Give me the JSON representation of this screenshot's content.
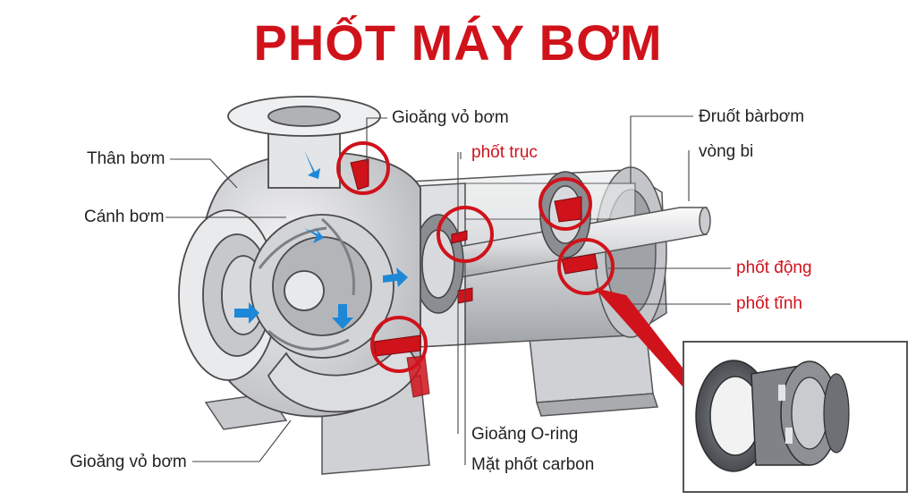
{
  "title": "PHỐT MÁY BƠM",
  "labels": {
    "than_bom": "Thân bơm",
    "canh_bom": "Cánh bơm",
    "gioang_vo_bom_bottom": "Gioăng vỏ bơm",
    "gioang_vo_bom_top": "Gioăng vỏ bơm",
    "phot_truc": "phốt trục",
    "druot_bar_bom": "Đruốt bàrbơm",
    "vong_bi": "vòng bi",
    "phot_dong": "phốt động",
    "phot_tinh": "phốt tĩnh",
    "gioang_oring": "Gioăng O-ring",
    "mat_phot_carbon": "Mặt phốt carbon"
  },
  "colors": {
    "accent_red": "#d0121b",
    "flow_arrow": "#1e88d8",
    "metal_light": "#e6e7e9",
    "metal_mid": "#b9bbbf",
    "metal_dark": "#6f7277"
  },
  "icons": [
    "flow-arrow-icon",
    "highlight-circle-icon"
  ]
}
